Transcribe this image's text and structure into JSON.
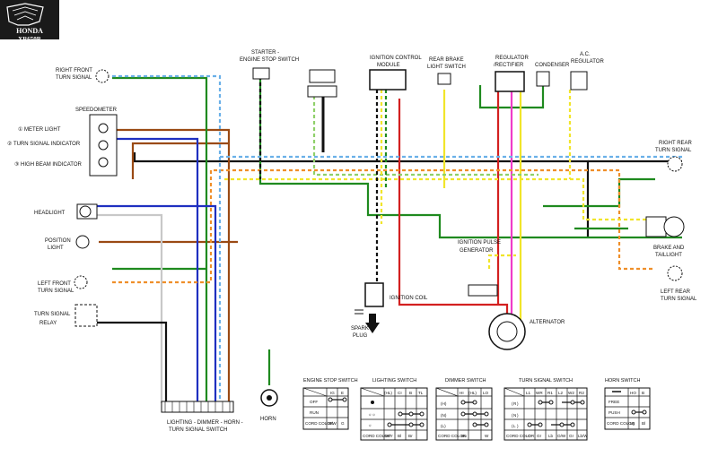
{
  "logo": {
    "brand": "HONDA",
    "model": "XR650R"
  },
  "components": {
    "rf_turn": [
      "RIGHT FRONT",
      "TURN SIGNAL"
    ],
    "speedometer": "SPEEDOMETER",
    "meter_light": "① METER LIGHT",
    "turn_indicator": "② TURN SIGNAL INDICATOR",
    "high_beam": "③ HIGH BEAM INDICATOR",
    "headlight": "HEADLIGHT",
    "position_light": [
      "POSITION",
      "LIGHT"
    ],
    "lf_turn": [
      "LEFT FRONT",
      "TURN SIGNAL"
    ],
    "relay": [
      "TURN SIGNAL",
      "RELAY"
    ],
    "starter_switch": [
      "STARTER -",
      "ENGINE STOP SWITCH"
    ],
    "icm": [
      "IGNITION CONTROL",
      "MODULE"
    ],
    "rear_brake": [
      "REAR BRAKE",
      "LIGHT SWITCH"
    ],
    "regulator": [
      "REGULATOR",
      "/RECTIFIER"
    ],
    "condenser": "CONDENSER",
    "ac_regulator": [
      "A.C.",
      "REGULATOR"
    ],
    "rr_turn": [
      "RIGHT REAR",
      "TURN SIGNAL"
    ],
    "brake_tail": [
      "BRAKE AND",
      "TAILLIGHT"
    ],
    "lr_turn": [
      "LEFT REAR",
      "TURN SIGNAL"
    ],
    "pulse_gen": [
      "IGNITION PULSE",
      "GENERATOR"
    ],
    "ign_coil": "IGNITION COIL",
    "spark_plug": [
      "SPARK",
      "PLUG"
    ],
    "alternator": "ALTERNATOR",
    "horn": "HORN",
    "combo_switch": [
      "LIGHTING - DIMMER - HORN -",
      "TURN SIGNAL SWITCH"
    ]
  },
  "tables": {
    "engine_stop": {
      "title": "ENGINE STOP SWITCH",
      "header": [
        "",
        "IG",
        "E"
      ],
      "rows": [
        "OFF",
        "RUN"
      ],
      "cord_color": [
        "CORD COLOR",
        "B/W",
        "G"
      ]
    },
    "lighting": {
      "title": "LIGHTING SWITCH",
      "header": [
        "",
        "(HL)",
        "CI",
        "B",
        "TL"
      ],
      "cord_color": [
        "CORD COLOR",
        "W/Y",
        "Bl",
        "Br"
      ]
    },
    "dimmer": {
      "title": "DIMMER SWITCH",
      "header": [
        "",
        "HI",
        "(HL)",
        "LO"
      ],
      "rows": [
        "(H)",
        "(N)",
        "(L)"
      ],
      "cord_color": [
        "CORD COLOR",
        "Bu",
        "",
        "W"
      ]
    },
    "turn": {
      "title": "TURN SIGNAL SWITCH",
      "header": [
        "",
        "L1",
        "WR",
        "R1",
        "L2",
        "W2",
        "R2"
      ],
      "rows": [
        "R",
        "N",
        "L"
      ],
      "cord_color": [
        "CORD COLOR",
        "O",
        "Gr",
        "Lb",
        "O/W",
        "Gr",
        "Lb/W"
      ]
    },
    "horn": {
      "title": "HORN SWITCH",
      "header": [
        "",
        "HO",
        "B"
      ],
      "rows": [
        "FREE",
        "PUSH"
      ],
      "cord_color": [
        "CORD COLOR",
        "Lg",
        "Bl"
      ]
    }
  },
  "colors": {
    "black": "#111111",
    "brown": "#9a4a14",
    "green": "#1f8a1f",
    "blue": "#1f2fc0",
    "orange": "#ef8f2a",
    "yellow": "#f1e52a",
    "red": "#d32020",
    "pink": "#f03cc8",
    "light_green": "#8fd06a",
    "light_blue": "#6ab0e8",
    "gray": "#9a9a9a"
  }
}
